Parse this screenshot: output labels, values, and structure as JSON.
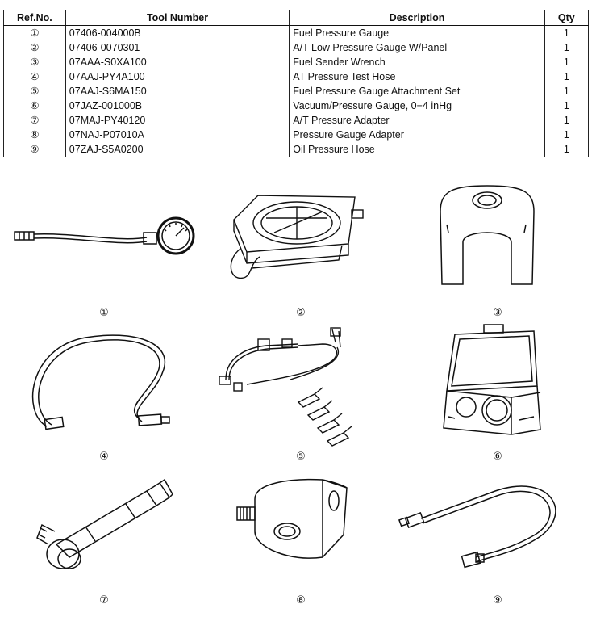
{
  "table": {
    "headers": {
      "ref": "Ref.No.",
      "tool": "Tool Number",
      "desc": "Description",
      "qty": "Qty"
    },
    "rows": [
      {
        "ref": "①",
        "tool": "07406-004000B",
        "desc": "Fuel Pressure Gauge",
        "qty": "1"
      },
      {
        "ref": "②",
        "tool": "07406-0070301",
        "desc": "A/T Low Pressure Gauge W/Panel",
        "qty": "1"
      },
      {
        "ref": "③",
        "tool": "07AAA-S0XA100",
        "desc": "Fuel Sender Wrench",
        "qty": "1"
      },
      {
        "ref": "④",
        "tool": "07AAJ-PY4A100",
        "desc": "AT Pressure Test Hose",
        "qty": "1"
      },
      {
        "ref": "⑤",
        "tool": "07AAJ-S6MA150",
        "desc": "Fuel Pressure Gauge Attachment Set",
        "qty": "1"
      },
      {
        "ref": "⑥",
        "tool": "07JAZ-001000B",
        "desc": "Vacuum/Pressure Gauge, 0−4 inHg",
        "qty": "1"
      },
      {
        "ref": "⑦",
        "tool": "07MAJ-PY40120",
        "desc": "A/T Pressure Adapter",
        "qty": "1"
      },
      {
        "ref": "⑧",
        "tool": "07NAJ-P07010A",
        "desc": "Pressure Gauge Adapter",
        "qty": "1"
      },
      {
        "ref": "⑨",
        "tool": "07ZAJ-S5A0200",
        "desc": "Oil Pressure Hose",
        "qty": "1"
      }
    ]
  },
  "illustrations": [
    {
      "caption": "①",
      "icon": "fuel-pressure-gauge-icon"
    },
    {
      "caption": "②",
      "icon": "panel-gauge-icon"
    },
    {
      "caption": "③",
      "icon": "sender-wrench-icon"
    },
    {
      "caption": "④",
      "icon": "test-hose-icon"
    },
    {
      "caption": "⑤",
      "icon": "attachment-set-icon"
    },
    {
      "caption": "⑥",
      "icon": "gauge-case-icon"
    },
    {
      "caption": "⑦",
      "icon": "pressure-adapter-icon"
    },
    {
      "caption": "⑧",
      "icon": "gauge-adapter-block-icon"
    },
    {
      "caption": "⑨",
      "icon": "oil-pressure-hose-icon"
    }
  ]
}
